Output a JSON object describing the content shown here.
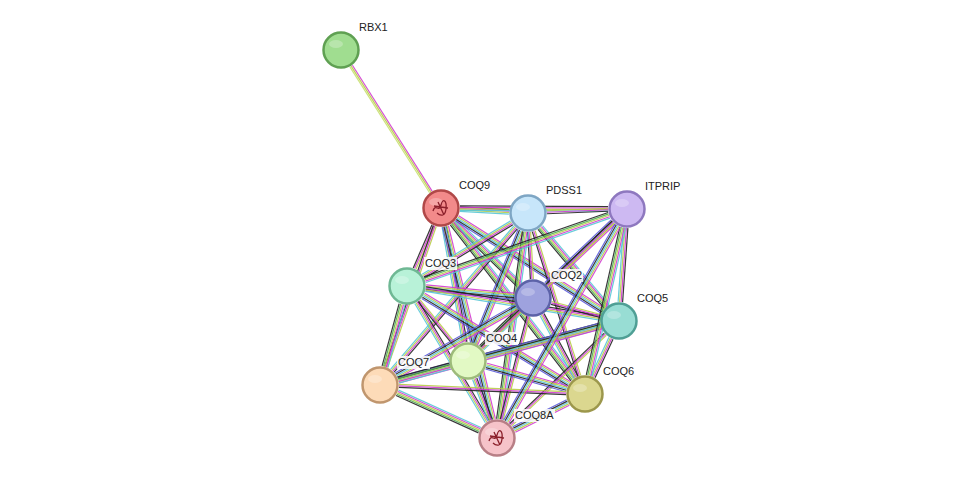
{
  "diagram": {
    "nodes": [
      {
        "text": [
          "RBX1"
        ]
      },
      {
        "text": [
          "COQ9"
        ]
      },
      {
        "text": [
          "PDSS1"
        ]
      },
      {
        "text": [
          "ITPRIP"
        ]
      },
      {
        "text": [
          "COQ3"
        ]
      },
      {
        "text": [
          "COQ2"
        ]
      },
      {
        "text": [
          "COQ5"
        ]
      },
      {
        "text": [
          "COQ4"
        ]
      },
      {
        "text": [
          "COQ7"
        ]
      },
      {
        "text": [
          "COQ6"
        ]
      },
      {
        "text": [
          "COQ8A"
        ]
      }
    ],
    "edges": [
      {
        "from": 0,
        "to": 1,
        "arrow": "none"
      },
      {
        "from": 1,
        "to": 2,
        "arrow": "none"
      },
      {
        "from": 1,
        "to": 4,
        "arrow": "none"
      },
      {
        "from": 1,
        "to": 5,
        "arrow": "none"
      },
      {
        "from": 1,
        "to": 6,
        "arrow": "none"
      },
      {
        "from": 1,
        "to": 7,
        "arrow": "none"
      },
      {
        "from": 1,
        "to": 8,
        "arrow": "none"
      },
      {
        "from": 1,
        "to": 9,
        "arrow": "none"
      },
      {
        "from": 1,
        "to": 10,
        "arrow": "none"
      },
      {
        "from": 2,
        "to": 4,
        "arrow": "none"
      },
      {
        "from": 2,
        "to": 5,
        "arrow": "none"
      },
      {
        "from": 2,
        "to": 6,
        "arrow": "none"
      },
      {
        "from": 2,
        "to": 7,
        "arrow": "none"
      },
      {
        "from": 2,
        "to": 8,
        "arrow": "none"
      },
      {
        "from": 2,
        "to": 9,
        "arrow": "none"
      },
      {
        "from": 2,
        "to": 10,
        "arrow": "none"
      },
      {
        "from": 4,
        "to": 5,
        "arrow": "none"
      },
      {
        "from": 4,
        "to": 6,
        "arrow": "none"
      },
      {
        "from": 4,
        "to": 7,
        "arrow": "none"
      },
      {
        "from": 4,
        "to": 8,
        "arrow": "none"
      },
      {
        "from": 4,
        "to": 9,
        "arrow": "none"
      },
      {
        "from": 4,
        "to": 10,
        "arrow": "none"
      },
      {
        "from": 5,
        "to": 6,
        "arrow": "none"
      },
      {
        "from": 5,
        "to": 7,
        "arrow": "none"
      },
      {
        "from": 5,
        "to": 8,
        "arrow": "none"
      },
      {
        "from": 5,
        "to": 9,
        "arrow": "none"
      },
      {
        "from": 5,
        "to": 10,
        "arrow": "none"
      },
      {
        "from": 6,
        "to": 7,
        "arrow": "none"
      },
      {
        "from": 6,
        "to": 8,
        "arrow": "none"
      },
      {
        "from": 6,
        "to": 9,
        "arrow": "none"
      },
      {
        "from": 6,
        "to": 10,
        "arrow": "none"
      },
      {
        "from": 7,
        "to": 8,
        "arrow": "none"
      },
      {
        "from": 7,
        "to": 9,
        "arrow": "none"
      },
      {
        "from": 7,
        "to": 10,
        "arrow": "none"
      },
      {
        "from": 8,
        "to": 9,
        "arrow": "none"
      },
      {
        "from": 8,
        "to": 10,
        "arrow": "none"
      },
      {
        "from": 9,
        "to": 10,
        "arrow": "none"
      },
      {
        "from": 1,
        "to": 3,
        "arrow": "none"
      },
      {
        "from": 2,
        "to": 3,
        "arrow": "none"
      },
      {
        "from": 3,
        "to": 4,
        "arrow": "none"
      },
      {
        "from": 3,
        "to": 5,
        "arrow": "none"
      },
      {
        "from": 3,
        "to": 6,
        "arrow": "none"
      },
      {
        "from": 3,
        "to": 7,
        "arrow": "none"
      },
      {
        "from": 3,
        "to": 9,
        "arrow": "none"
      },
      {
        "from": 3,
        "to": 10,
        "arrow": "none"
      }
    ]
  }
}
